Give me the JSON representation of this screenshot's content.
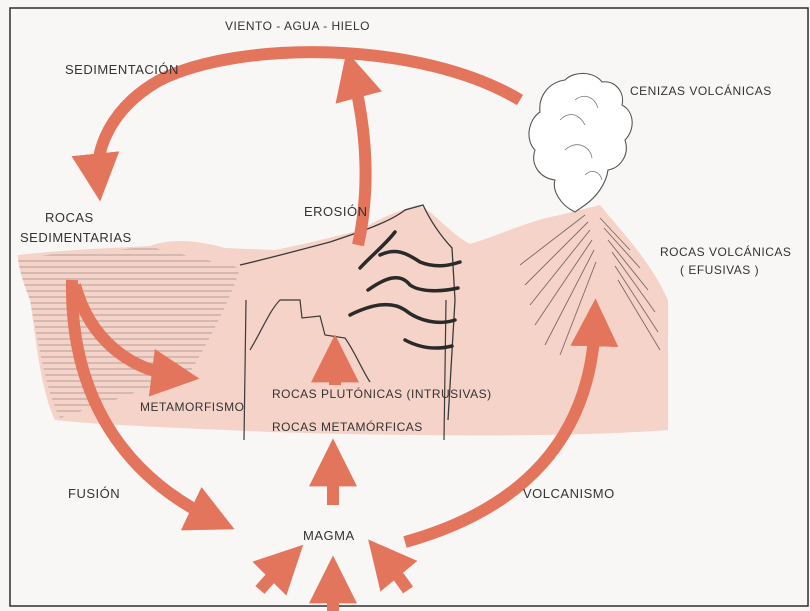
{
  "labels": {
    "top": "VIENTO - AGUA - HIELO",
    "sedimentacion": "SEDIMENTACIÓN",
    "rocas_sed_1": "ROCAS",
    "rocas_sed_2": "SEDIMENTARIAS",
    "erosion": "EROSIÓN",
    "cenizas": "CENIZAS VOLCÁNICAS",
    "rocas_volc_1": "ROCAS VOLCÁNICAS",
    "rocas_volc_2": "( EFUSIVAS )",
    "metamorfismo": "METAMORFISMO",
    "plutonicas": "ROCAS PLUTÓNICAS (INTRUSIVAS)",
    "metamorficas": "ROCAS METAMÓRFICAS",
    "fusion": "FUSIÓN",
    "volcanismo": "VOLCANISMO",
    "magma": "MAGMA"
  },
  "colors": {
    "arrow": "#e4755d",
    "rock": "#f5d3c8",
    "line": "#3a3a3a"
  }
}
